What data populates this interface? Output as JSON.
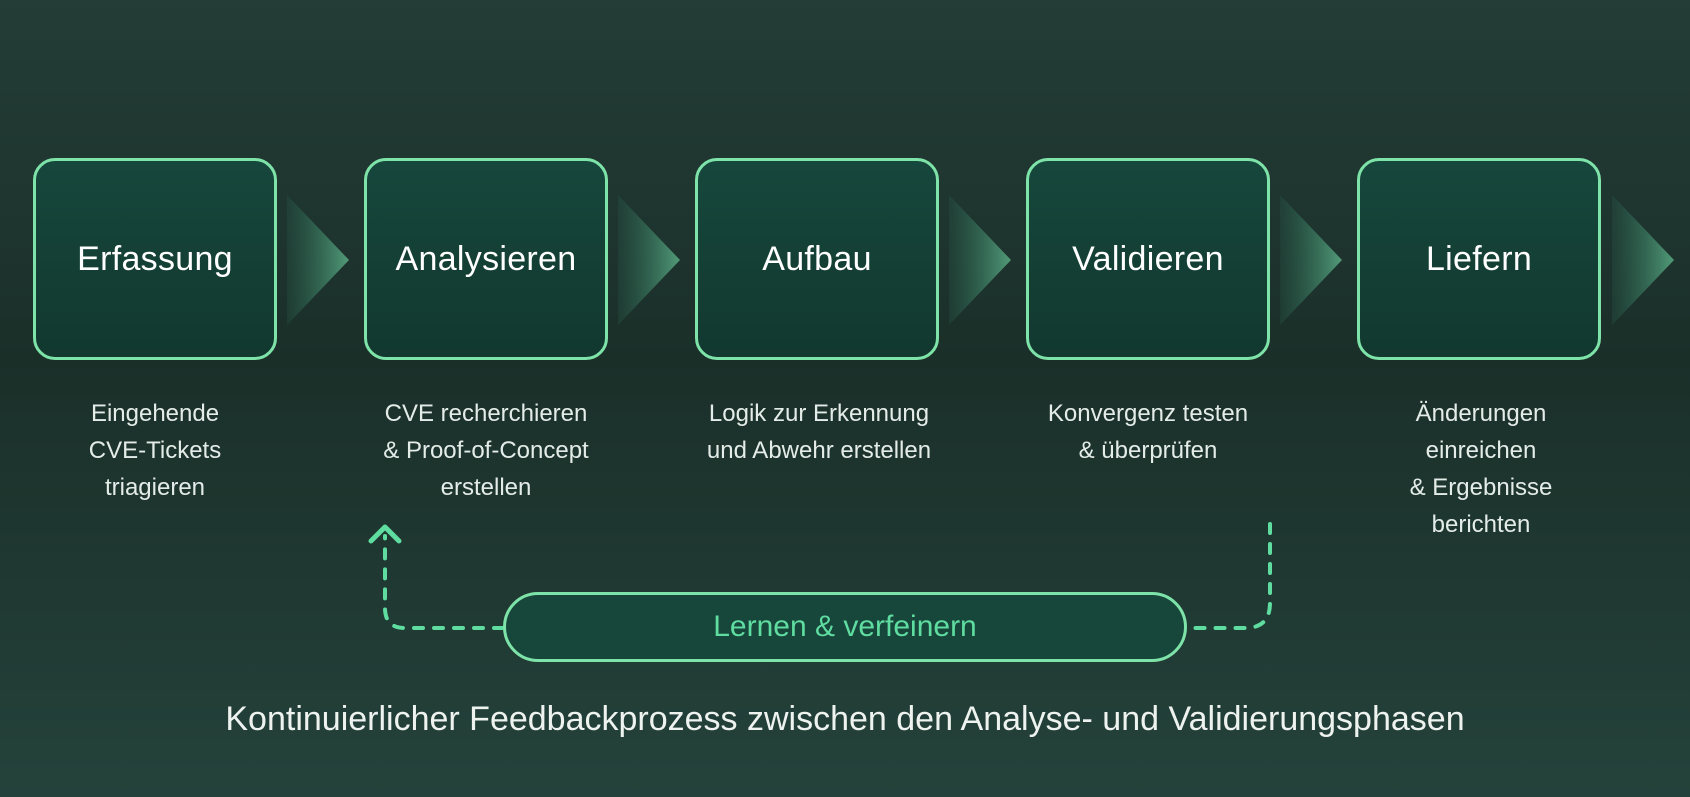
{
  "stages": [
    {
      "title": "Erfassung",
      "lines": [
        "Eingehende",
        "CVE-Tickets",
        "triagieren"
      ]
    },
    {
      "title": "Analysieren",
      "lines": [
        "CVE recherchieren",
        "& Proof-of-Concept",
        "erstellen"
      ]
    },
    {
      "title": "Aufbau",
      "lines": [
        "Logik zur Erkennung",
        "und Abwehr erstellen"
      ]
    },
    {
      "title": "Validieren",
      "lines": [
        "Konvergenz testen",
        "& überprüfen"
      ]
    },
    {
      "title": "Liefern",
      "lines": [
        "Änderungen",
        "einreichen",
        "& Ergebnisse",
        "berichten"
      ]
    }
  ],
  "feedback_loop": {
    "label": "Lernen & verfeinern"
  },
  "caption": "Kontinuierlicher Feedbackprozess zwischen den Analyse- und Validierungsphasen",
  "colors": {
    "accent": "#7ee3a8",
    "loop_text": "#5fdca0",
    "box_fill": "#14403a",
    "background": "#1e3630"
  }
}
